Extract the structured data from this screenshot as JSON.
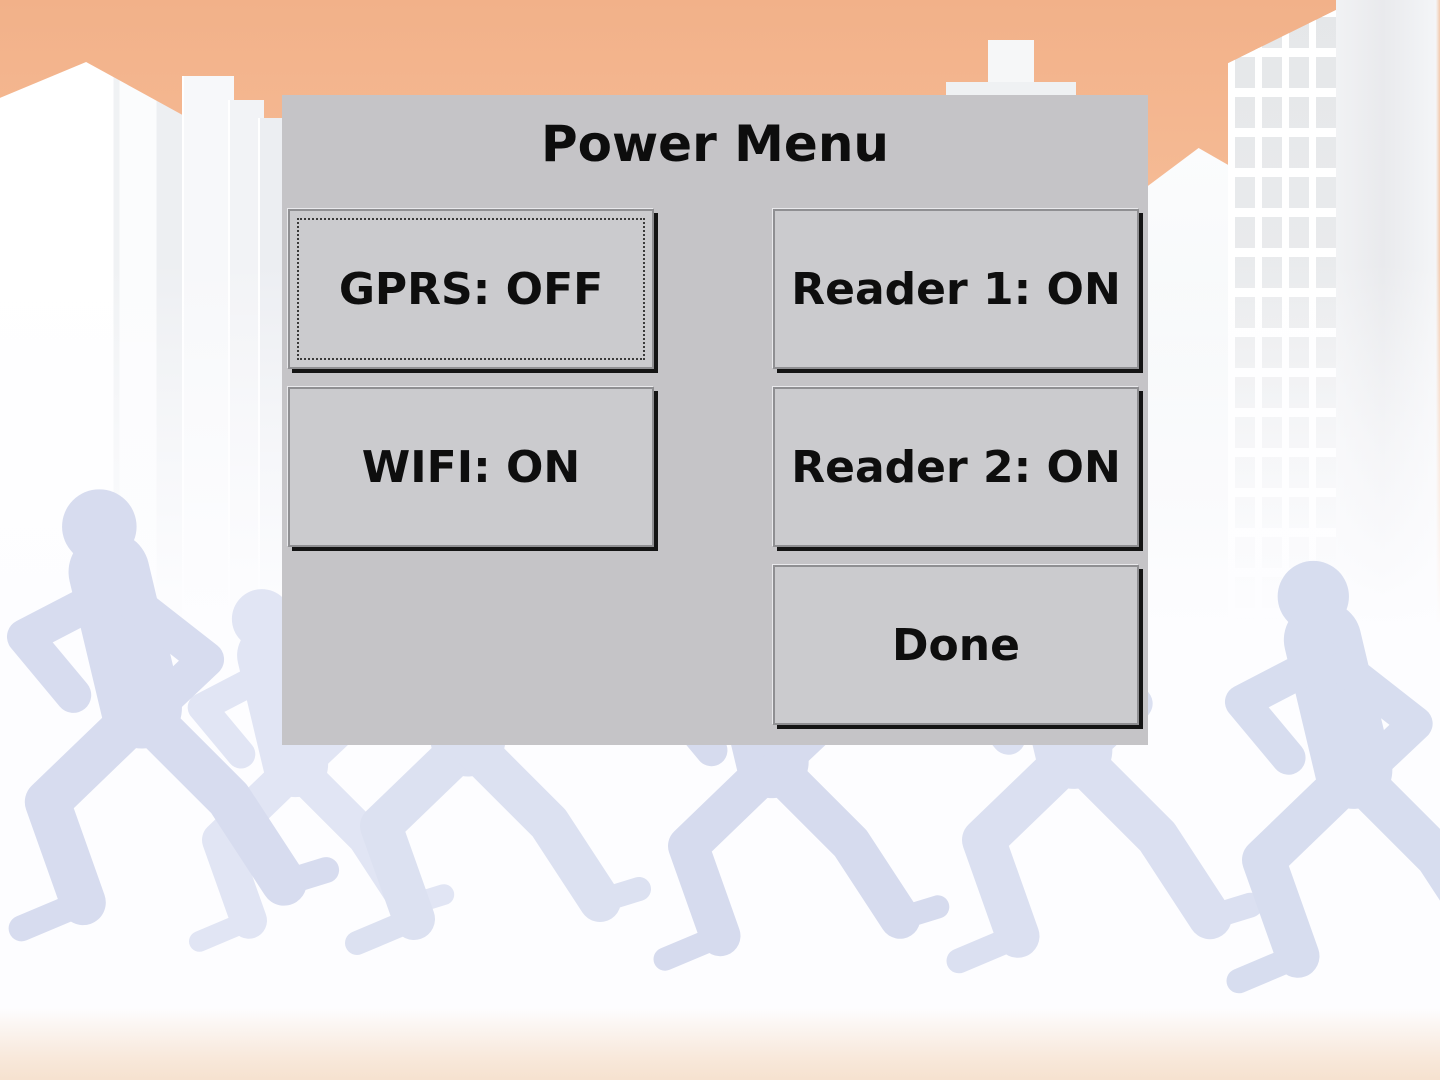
{
  "dialog": {
    "title": "Power Menu",
    "buttons": [
      {
        "id": "gprs",
        "label": "GPRS: OFF",
        "device": "GPRS",
        "state": "OFF",
        "focused": true
      },
      {
        "id": "wifi",
        "label": "WIFI: ON",
        "device": "WIFI",
        "state": "ON",
        "focused": false
      },
      {
        "id": "reader1",
        "label": "Reader 1: ON",
        "device": "Reader 1",
        "state": "ON",
        "focused": false
      },
      {
        "id": "reader2",
        "label": "Reader 2: ON",
        "device": "Reader 2",
        "state": "ON",
        "focused": false
      },
      {
        "id": "done",
        "label": "Done",
        "focused": false
      }
    ]
  },
  "colors": {
    "sky_orange": "#f5bd97",
    "panel_gray": "#c5c4c7",
    "button_face": "#cbcbce",
    "button_border": "#8f8f92",
    "button_shadow": "#141414",
    "button_text": "#0e0e0e",
    "runner_silhouette": "#d9def0",
    "building_white": "#f7f8fa"
  }
}
